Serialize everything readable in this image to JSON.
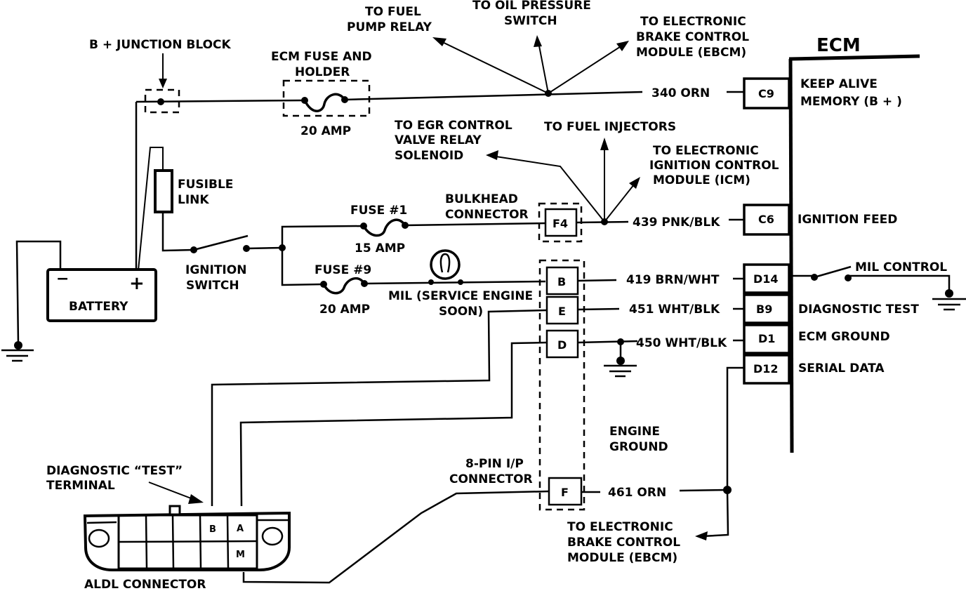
{
  "diagram": {
    "title": "ECM",
    "labels": {
      "b_junction_block": "B + JUNCTION BLOCK",
      "ecm_fuse_line1": "ECM FUSE AND",
      "ecm_fuse_line2": "HOLDER",
      "ecm_fuse_rating": "20 AMP",
      "to_fuel_pump_line1": "TO FUEL",
      "to_fuel_pump_line2": "PUMP RELAY",
      "to_oil_line1": "TO OIL PRESSURE",
      "to_oil_line2": "SWITCH",
      "to_ebcm_top_line1": "TO ELECTRONIC",
      "to_ebcm_top_line2": "BRAKE CONTROL",
      "to_ebcm_top_line3": "MODULE (EBCM)",
      "to_egr_line1": "TO EGR CONTROL",
      "to_egr_line2": "VALVE RELAY",
      "to_egr_line3": "SOLENOID",
      "to_fuel_injectors": "TO FUEL INJECTORS",
      "to_icm_line1": "TO ELECTRONIC",
      "to_icm_line2": "IGNITION CONTROL",
      "to_icm_line3": "MODULE (ICM)",
      "fusible_link_line1": "FUSIBLE",
      "fusible_link_line2": "LINK",
      "battery": "BATTERY",
      "battery_neg": "−",
      "battery_pos": "+",
      "ignition_switch_line1": "IGNITION",
      "ignition_switch_line2": "SWITCH",
      "fuse1": "FUSE #1",
      "fuse1_rating": "15 AMP",
      "fuse9": "FUSE #9",
      "fuse9_rating": "20 AMP",
      "bulkhead_line1": "BULKHEAD",
      "bulkhead_line2": "CONNECTOR",
      "mil_line1": "MIL (SERVICE ENGINE",
      "mil_line2": "SOON)",
      "engine_ground_line1": "ENGINE",
      "engine_ground_line2": "GROUND",
      "ip_conn_line1": "8-PIN I/P",
      "ip_conn_line2": "CONNECTOR",
      "diag_test_line1": "DIAGNOSTIC “TEST”",
      "diag_test_line2": "TERMINAL",
      "aldl_connector": "ALDL CONNECTOR",
      "to_ebcm_bottom_line1": "TO ELECTRONIC",
      "to_ebcm_bottom_line2": "BRAKE CONTROL",
      "to_ebcm_bottom_line3": "MODULE (EBCM)",
      "mil_control": "MIL CONTROL"
    },
    "wires": {
      "w340": "340 ORN",
      "w439": "439 PNK/BLK",
      "w419": "419 BRN/WHT",
      "w451": "451 WHT/BLK",
      "w450": "450 WHT/BLK",
      "w461": "461 ORN"
    },
    "connector_pins": {
      "bulkhead": "F4",
      "ip_b": "B",
      "ip_e": "E",
      "ip_d": "D",
      "ip_f": "F"
    },
    "ecm_pins": [
      {
        "pin": "C9",
        "function_line1": "KEEP ALIVE",
        "function_line2": "MEMORY (B + )"
      },
      {
        "pin": "C6",
        "function_line1": "IGNITION FEED",
        "function_line2": ""
      },
      {
        "pin": "D14",
        "function_line1": "",
        "function_line2": ""
      },
      {
        "pin": "B9",
        "function_line1": "DIAGNOSTIC TEST",
        "function_line2": ""
      },
      {
        "pin": "D1",
        "function_line1": "ECM GROUND",
        "function_line2": ""
      },
      {
        "pin": "D12",
        "function_line1": "SERIAL DATA",
        "function_line2": ""
      }
    ],
    "aldl_pins": {
      "b": "B",
      "a": "A",
      "m": "M"
    }
  }
}
